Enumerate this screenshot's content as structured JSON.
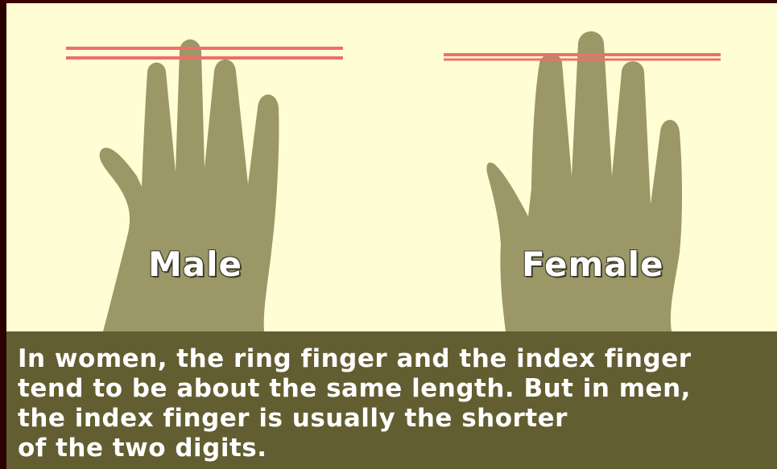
{
  "labels": {
    "male": "Male",
    "female": "Female"
  },
  "caption": {
    "lines": [
      "In women, the ring finger and the index finger",
      "tend to be about the same length. But in men,",
      "the index finger is usually the shorter",
      "of the two digits."
    ]
  },
  "colors": {
    "background": "#fefdd4",
    "hand": "#9b9766",
    "guide_line": "#ef6f6a",
    "caption_bg": "#625e31",
    "caption_text": "#ffffff"
  }
}
